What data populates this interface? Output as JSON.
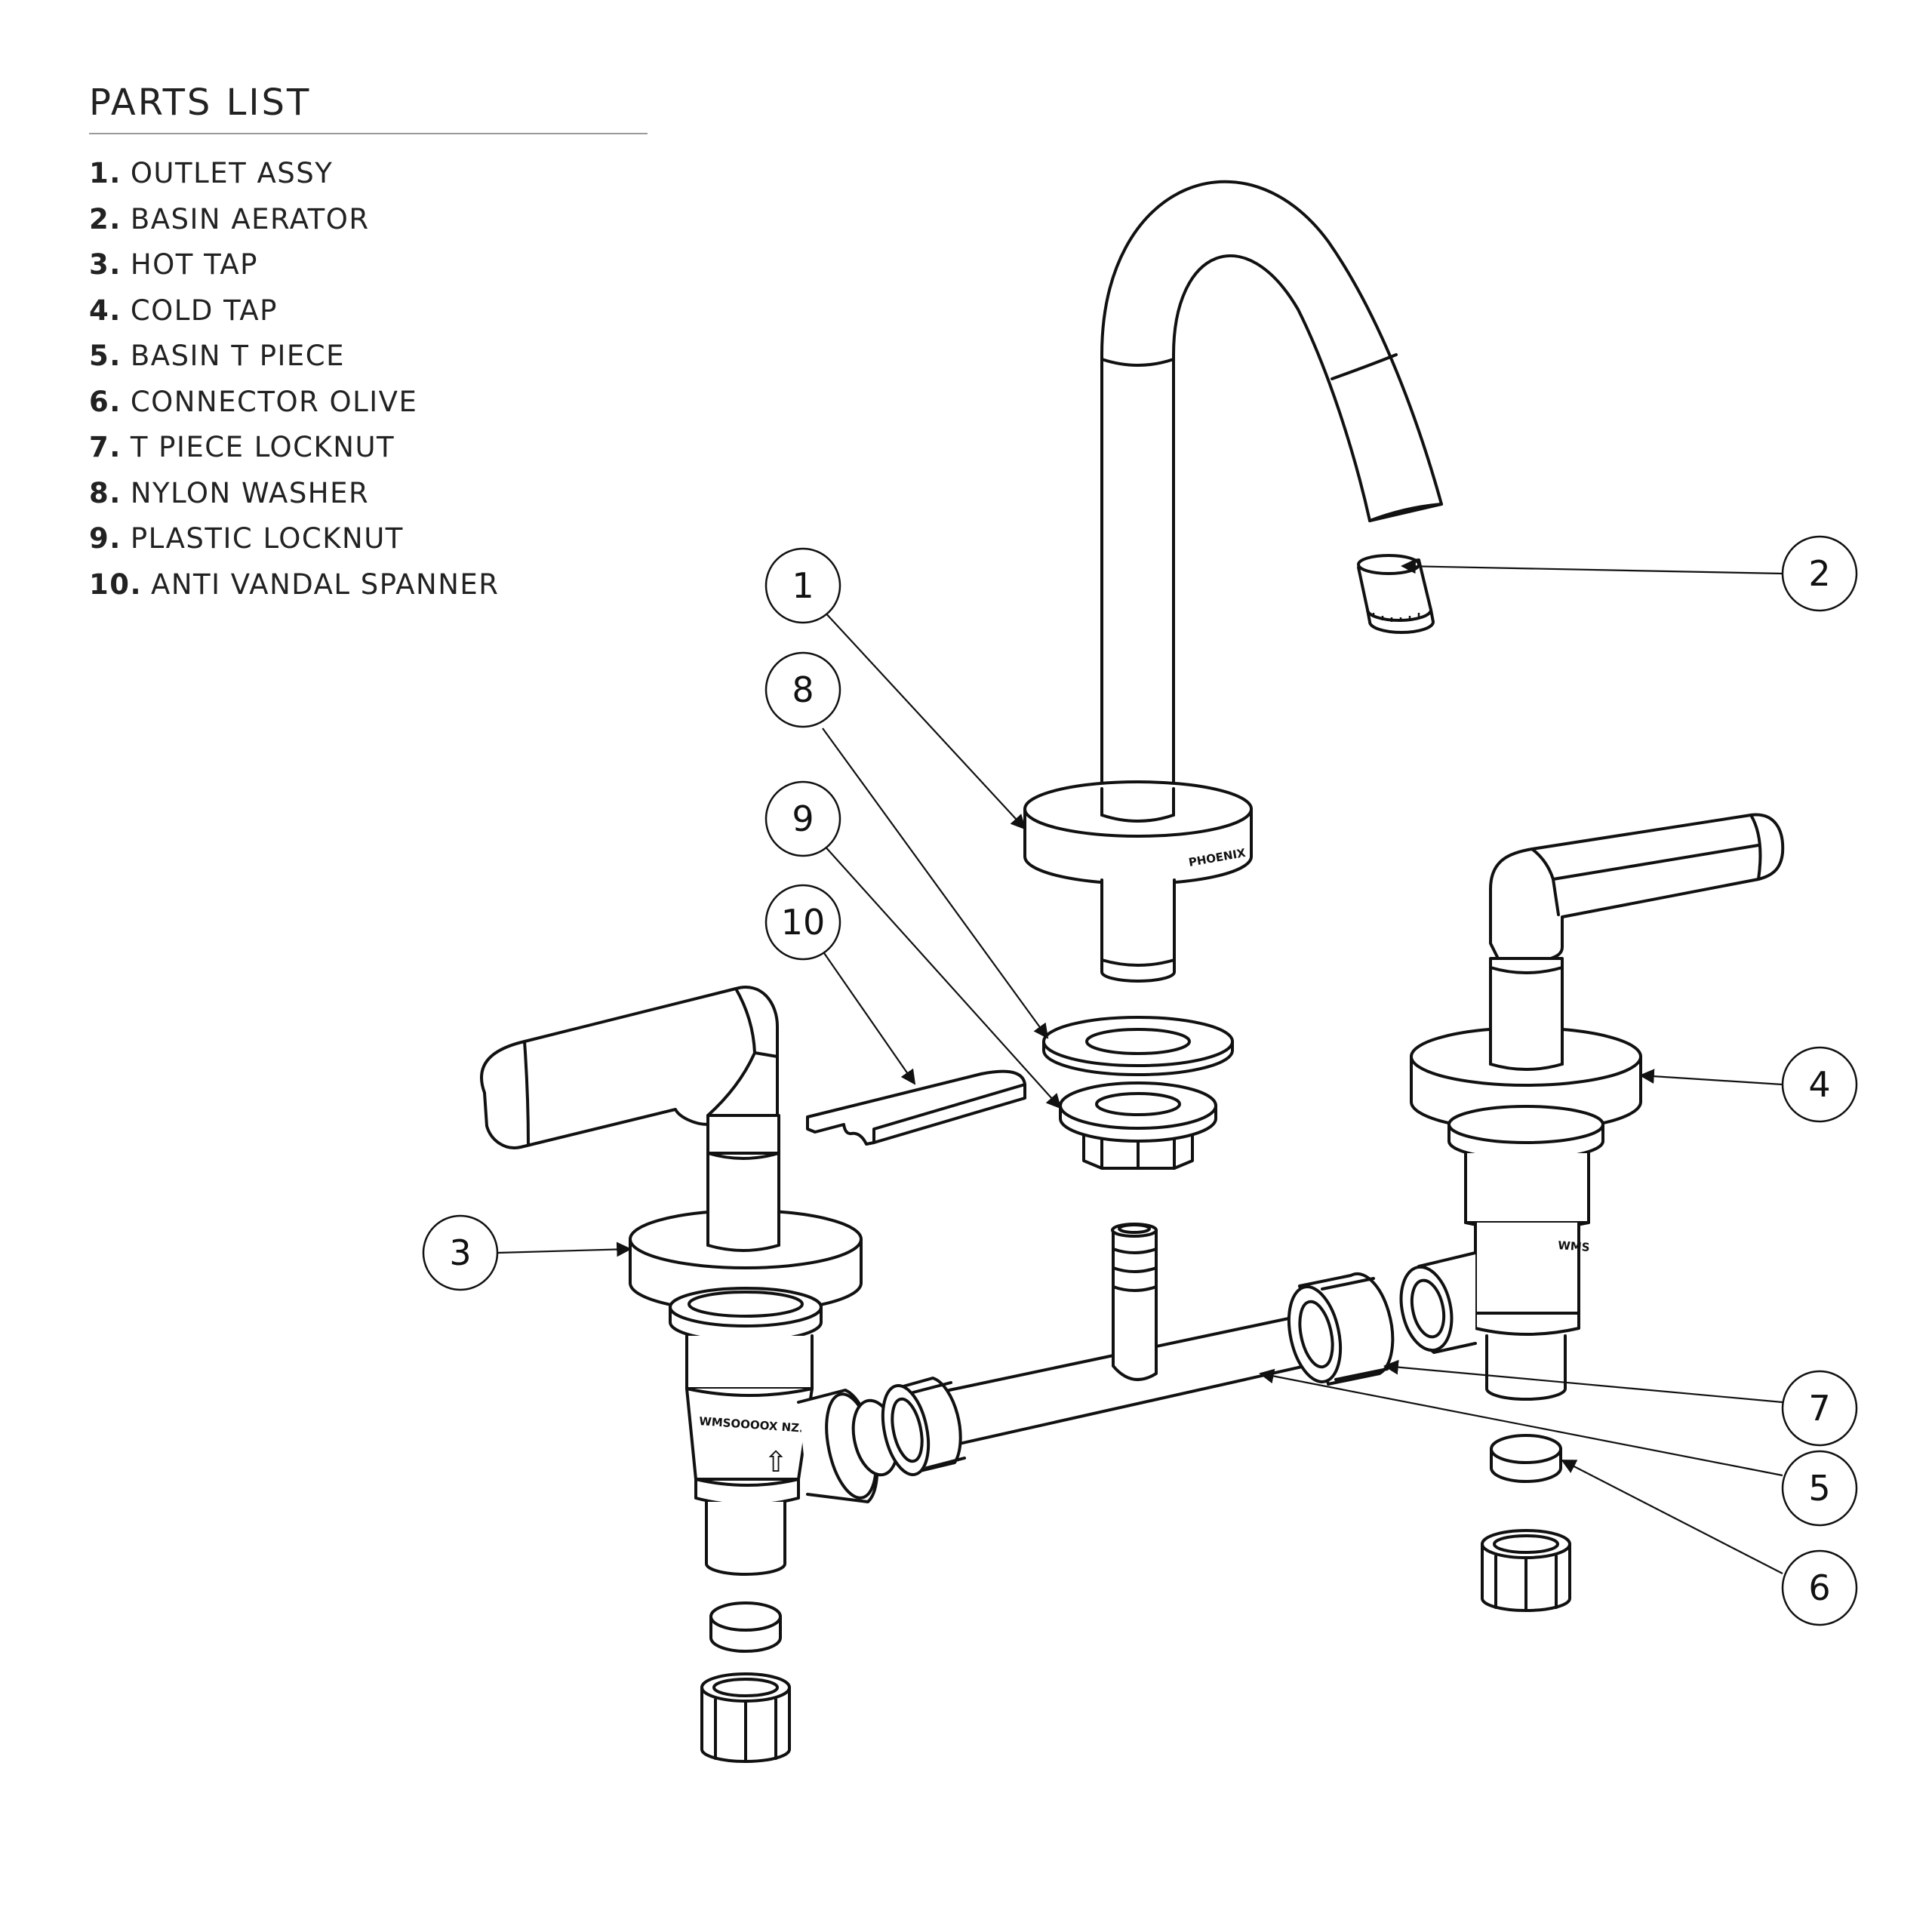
{
  "parts_list": {
    "title": "PARTS LIST",
    "items": [
      {
        "num": "1.",
        "label": "OUTLET ASSY"
      },
      {
        "num": "2.",
        "label": "BASIN AERATOR"
      },
      {
        "num": "3.",
        "label": "HOT TAP"
      },
      {
        "num": "4.",
        "label": "COLD TAP"
      },
      {
        "num": "5.",
        "label": "BASIN T PIECE"
      },
      {
        "num": "6.",
        "label": "CONNECTOR OLIVE"
      },
      {
        "num": "7.",
        "label": "T PIECE LOCKNUT"
      },
      {
        "num": "8.",
        "label": "NYLON WASHER"
      },
      {
        "num": "9.",
        "label": "PLASTIC LOCKNUT"
      },
      {
        "num": "10.",
        "label": "ANTI VANDAL SPANNER"
      }
    ]
  },
  "callouts": {
    "c1": "1",
    "c2": "2",
    "c3": "3",
    "c4": "4",
    "c5": "5",
    "c6": "6",
    "c7": "7",
    "c8": "8",
    "c9": "9",
    "c10": "10"
  },
  "markings": {
    "brand": "PHOENIX",
    "hot_body_code": "WMSOOOOX NZ.DR",
    "cold_body_code": "WMS",
    "flow_arrow": "⇧"
  }
}
